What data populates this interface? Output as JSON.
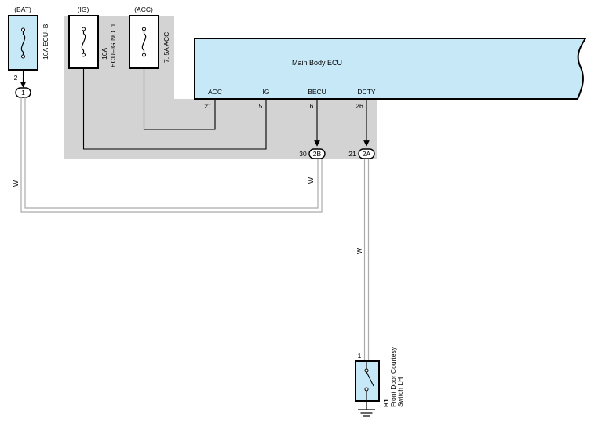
{
  "supplies": {
    "bat": "(BAT)",
    "ig": "(IG)",
    "acc": "(ACC)"
  },
  "fuses": {
    "ecu_b": "10A ECU–B",
    "ecu_ig_amp": "10A",
    "ecu_ig_name": "ECU–IG NO. 1",
    "acc": "7. 5A ACC"
  },
  "ecu": {
    "title": "Main Body ECU",
    "pins": [
      {
        "name": "ACC",
        "number": "21"
      },
      {
        "name": "IG",
        "number": "5"
      },
      {
        "name": "BECU",
        "number": "6"
      },
      {
        "name": "DCTY",
        "number": "26"
      }
    ]
  },
  "connectors": {
    "j1": {
      "label": "1",
      "pin": "2"
    },
    "c2b": {
      "label": "2B",
      "pin": "30"
    },
    "c2a": {
      "label": "2A",
      "pin": "21"
    }
  },
  "wires": {
    "w_left": "W",
    "w_mid": "W",
    "w_right": "W"
  },
  "switch": {
    "pin": "1",
    "code": "H1",
    "name_line1": "Front Door Courtesy",
    "name_line2": "Switch LH"
  },
  "colors": {
    "ecu_fill": "#c6e8f7",
    "shade": "#d3d3d3",
    "wire": "#ababab"
  }
}
